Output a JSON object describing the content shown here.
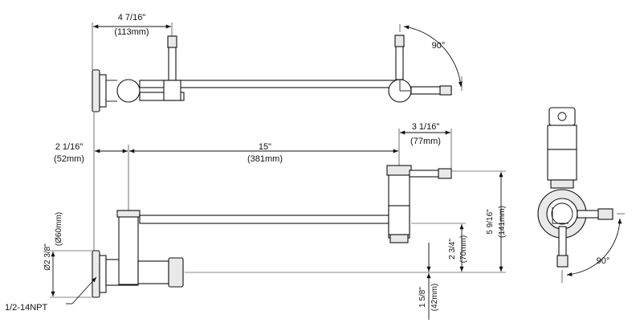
{
  "dimensions": {
    "top_offset_in": "4 7/16\"",
    "top_offset_mm": "(113mm)",
    "rotation_top": "90°",
    "left_offset_in": "2 1/16\"",
    "left_offset_mm": "(52mm)",
    "span_in": "15\"",
    "span_mm": "(381mm)",
    "spout_in": "3 1/16\"",
    "spout_mm": "(77mm)",
    "diameter_in": "Ø2 3/8\"",
    "diameter_mm": "(Ø60mm)",
    "height_in": "5 9/16\"",
    "height_mm": "(141mm)",
    "rise_in": "2 3/4\"",
    "rise_mm": "(70mm)",
    "base_in": "1 5/8\"",
    "base_mm": "(42mm)",
    "thread": "1/2-14NPT",
    "rotation_side": "90°"
  }
}
